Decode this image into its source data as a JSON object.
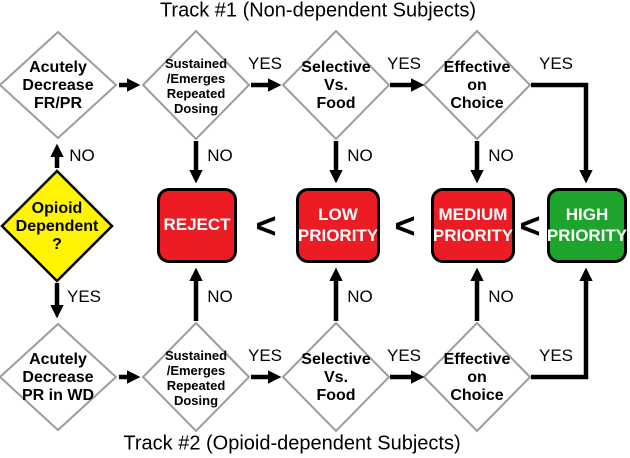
{
  "titles": {
    "track1": "Track #1 (Non-dependent Subjects)",
    "track2": "Track #2 (Opioid-dependent Subjects)"
  },
  "labels": {
    "yes": "YES",
    "no": "NO",
    "less_than": "<"
  },
  "colors": {
    "reject_red": "#ED1C24",
    "priority_green": "#1CA42C",
    "dependent_yellow": "#FFF500",
    "diamond_border": "#9C9C9C",
    "arrow": "#000000"
  },
  "decision": {
    "line1": "Opioid",
    "line2": "Dependent",
    "line3": "?"
  },
  "track1": {
    "d1": {
      "line1": "Acutely",
      "line2": "Decrease",
      "line3": "FR/PR"
    },
    "d2": {
      "line1": "Sustained",
      "line2": "/Emerges",
      "line3": "Repeated",
      "line4": "Dosing"
    },
    "d3": {
      "line1": "Selective",
      "line2": "Vs.",
      "line3": "Food"
    },
    "d4": {
      "line1": "Effective",
      "line2": "on",
      "line3": "Choice"
    }
  },
  "track2": {
    "d1": {
      "line1": "Acutely",
      "line2": "Decrease",
      "line3": "PR in WD"
    },
    "d2": {
      "line1": "Sustained",
      "line2": "/Emerges",
      "line3": "Repeated",
      "line4": "Dosing"
    },
    "d3": {
      "line1": "Selective",
      "line2": "Vs.",
      "line3": "Food"
    },
    "d4": {
      "line1": "Effective",
      "line2": "on",
      "line3": "Choice"
    }
  },
  "outcomes": {
    "reject": {
      "line1": "REJECT"
    },
    "low": {
      "line1": "LOW",
      "line2": "PRIORITY"
    },
    "medium": {
      "line1": "MEDIUM",
      "line2": "PRIORITY"
    },
    "high": {
      "line1": "HIGH",
      "line2": "PRIORITY"
    }
  }
}
